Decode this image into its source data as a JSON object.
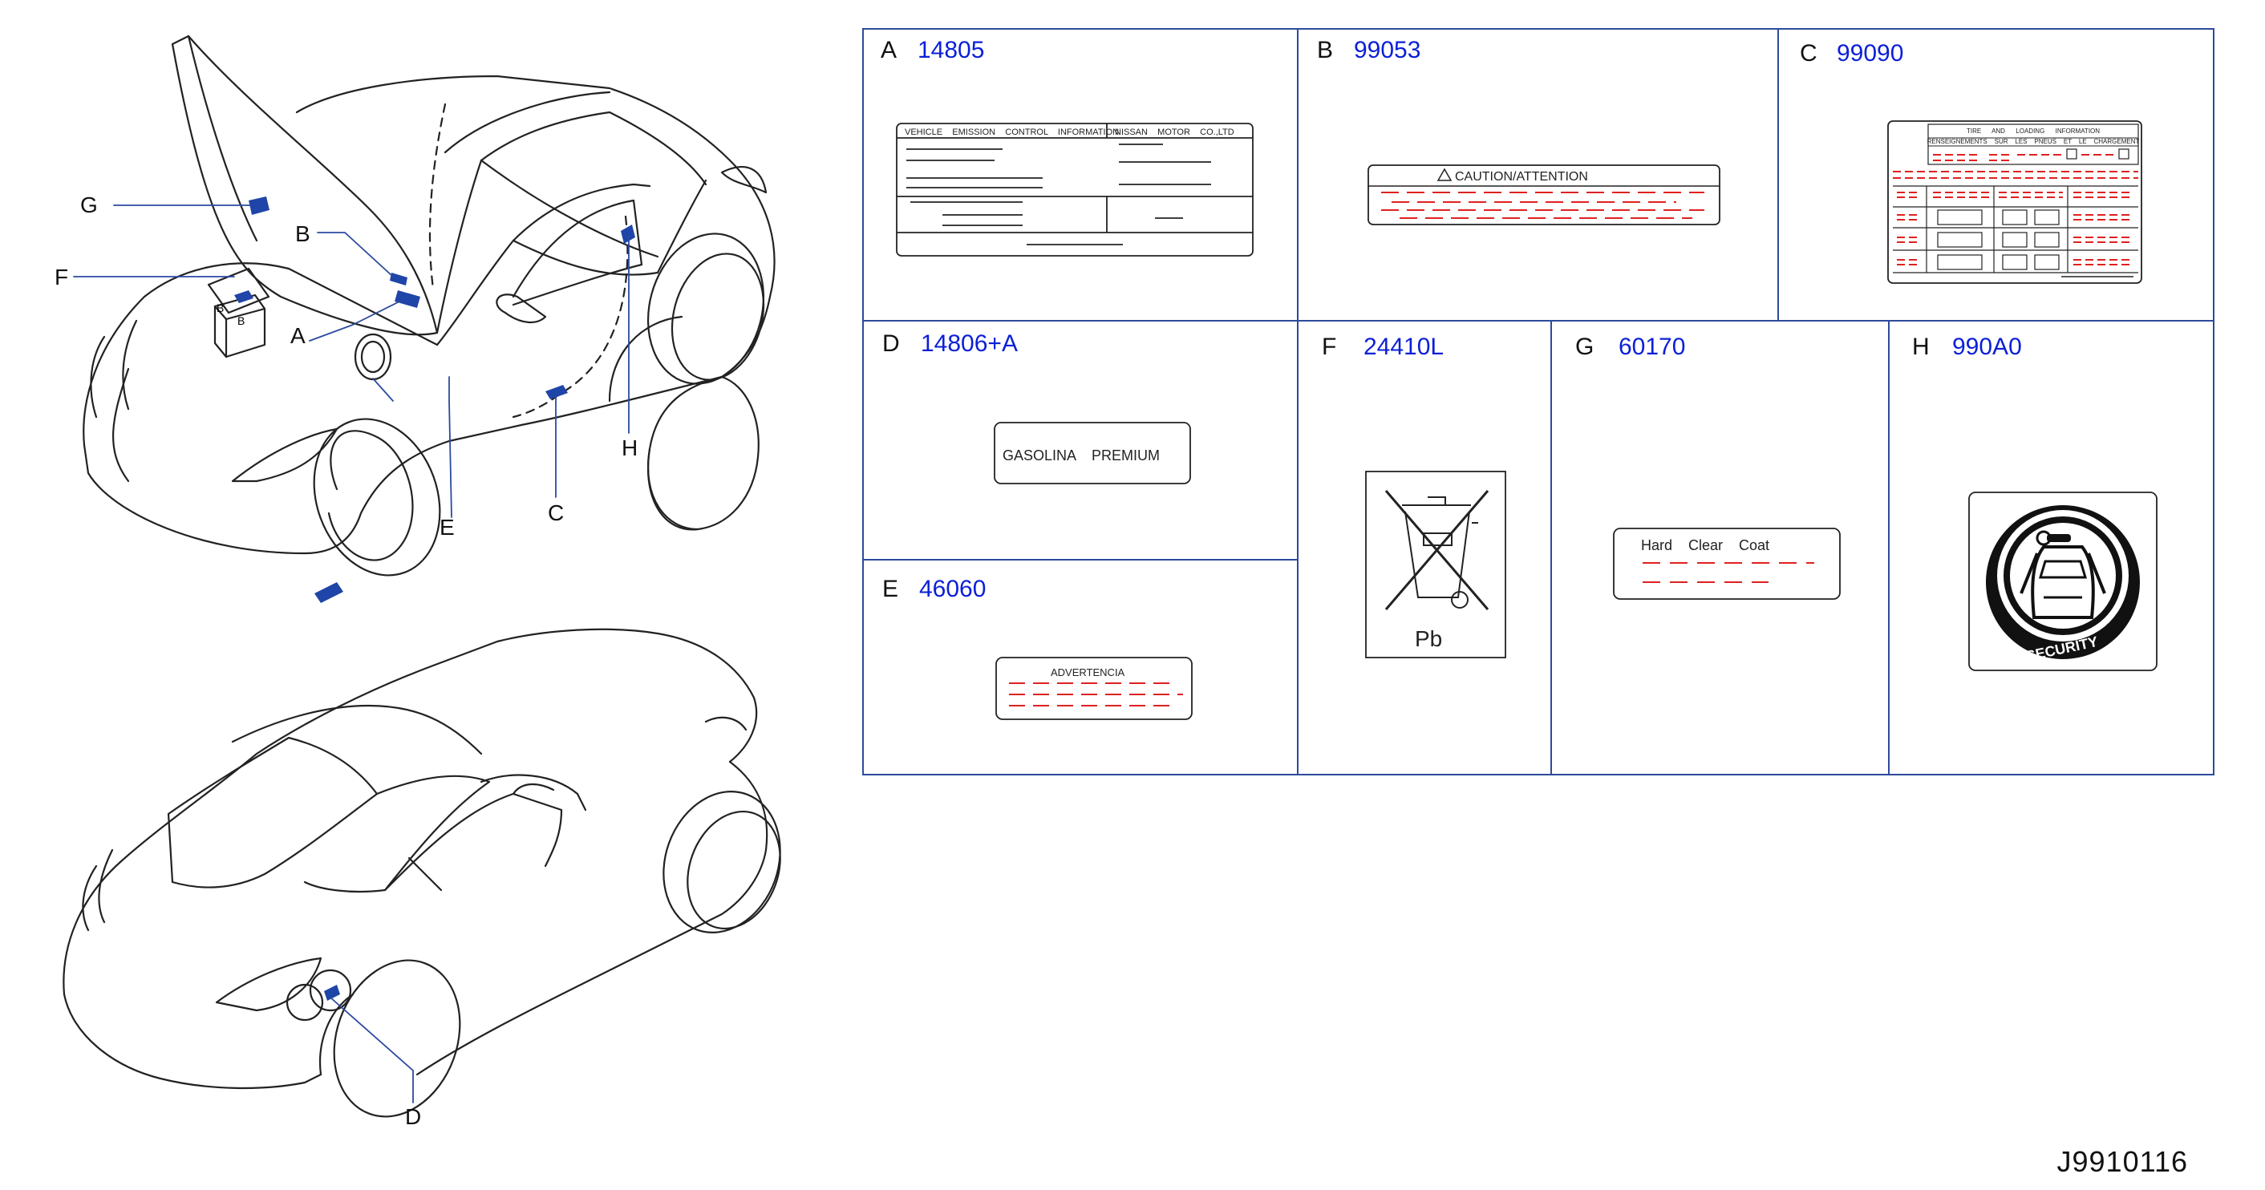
{
  "diagram_id": "J9910116",
  "colors": {
    "outline": "#222222",
    "callout_line": "#2b4aa0",
    "label_blue": "#1f45a8",
    "part_number": "#0b1fd8",
    "grid_border": "#2d4a9c",
    "dash_red": "#e02020"
  },
  "callouts": {
    "A": "A",
    "B": "B",
    "C": "C",
    "D": "D",
    "E": "E",
    "F": "F",
    "G": "G",
    "H": "H"
  },
  "battery_letters": {
    "left": "B",
    "right": "B"
  },
  "cells": {
    "A": {
      "letter": "A",
      "part": "14805"
    },
    "B": {
      "letter": "B",
      "part": "99053"
    },
    "C": {
      "letter": "C",
      "part": "99090"
    },
    "D": {
      "letter": "D",
      "part": "14806+A"
    },
    "E": {
      "letter": "E",
      "part": "46060"
    },
    "F": {
      "letter": "F",
      "part": "24410L"
    },
    "G": {
      "letter": "G",
      "part": "60170"
    },
    "H": {
      "letter": "H",
      "part": "990A0"
    }
  },
  "labels": {
    "emission": {
      "header_left": "VEHICLE    EMISSION    CONTROL    INFORMATION",
      "header_right": "NISSAN    MOTOR    CO.,LTD"
    },
    "caution": {
      "title": "CAUTION/ATTENTION"
    },
    "tire": {
      "header_top": "TIRE      AND      LOADING      INFORMATION",
      "header_sub": "RENSEIGNEMENTS    SUR    LES    PNEUS    ET    LE    CHARGEMENT"
    },
    "fuel": {
      "text": "GASOLINA    PREMIUM"
    },
    "warning": {
      "title": "ADVERTENCIA"
    },
    "recycle": {
      "text": "Pb"
    },
    "paint": {
      "text": "Hard    Clear    Coat"
    },
    "security": {
      "text": "SECURITY",
      "icon": "security-car-icon"
    }
  }
}
